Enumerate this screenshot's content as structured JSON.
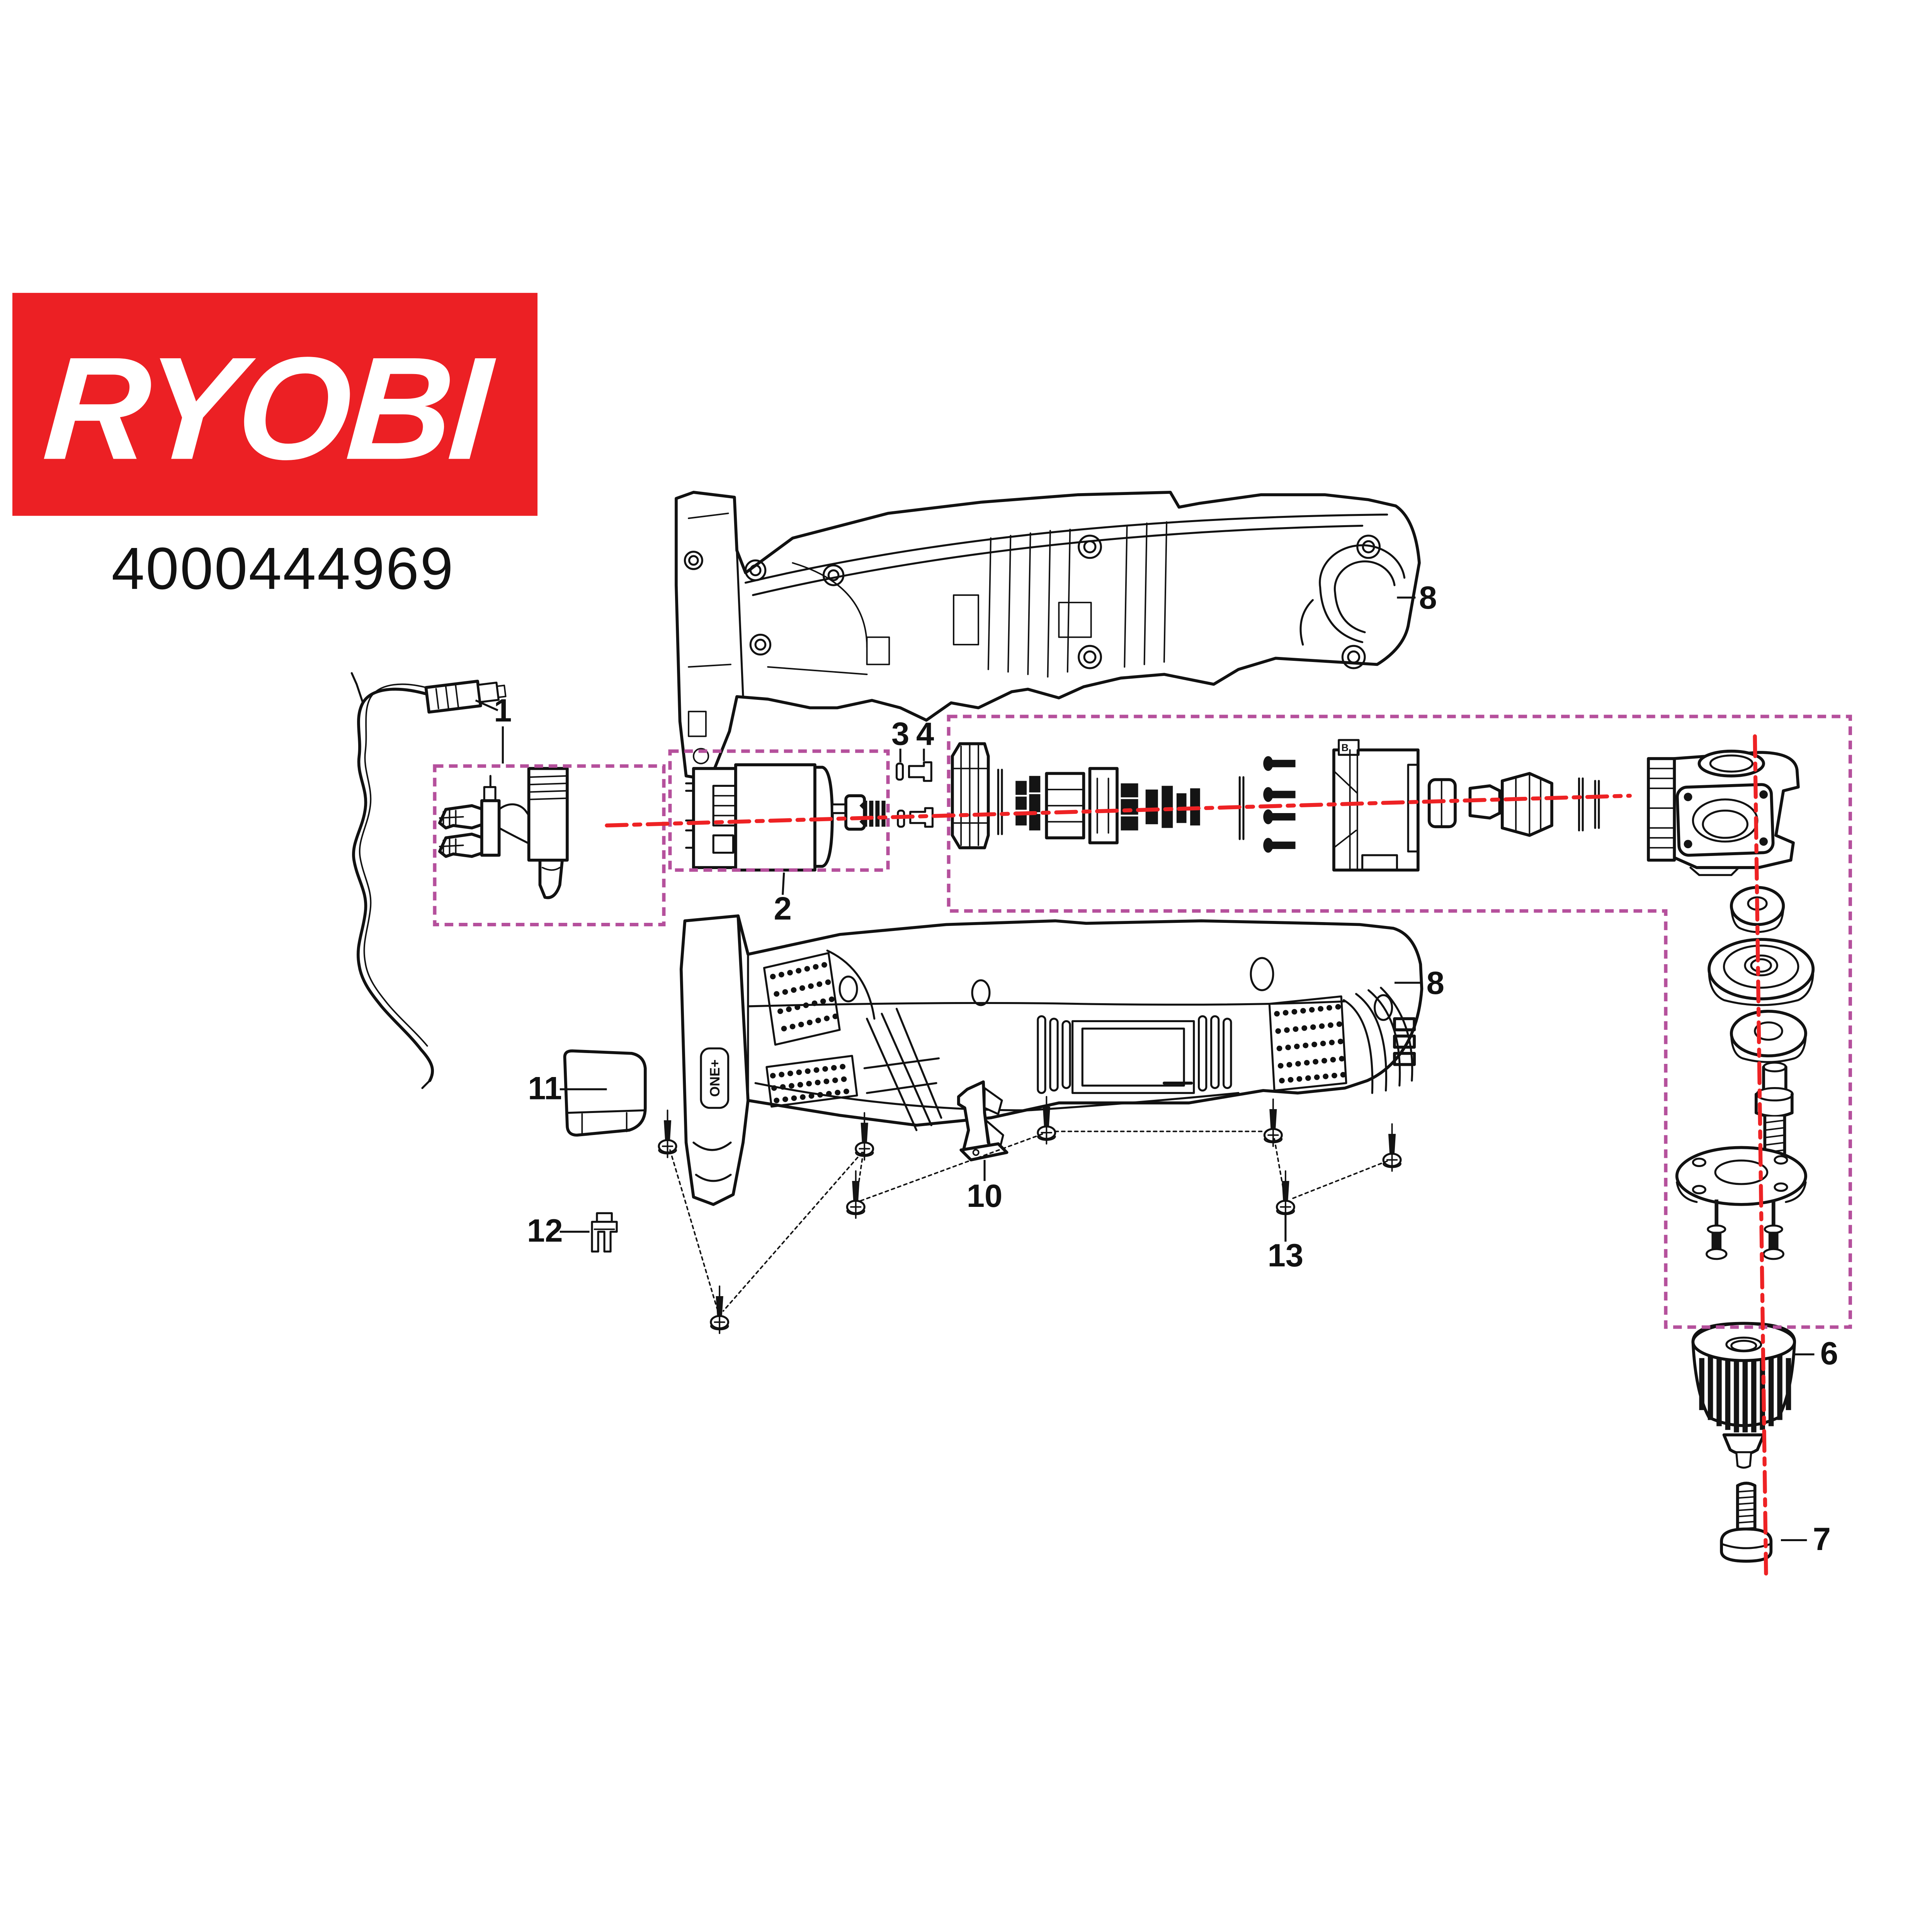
{
  "brand": {
    "logo_text": "RYOBI",
    "logo_bg_color": "#ec2024",
    "logo_text_color": "#ffffff"
  },
  "document": {
    "part_number": "4000444969"
  },
  "diagram": {
    "colors": {
      "line": "#111111",
      "centerline_red": "#ee2224",
      "group_box_magenta": "#b5509c"
    },
    "housing_badge": "ONE+",
    "gearbox_marking": "B",
    "callouts": [
      {
        "label": "1"
      },
      {
        "label": "2"
      },
      {
        "label": "3"
      },
      {
        "label": "4"
      },
      {
        "label": "6"
      },
      {
        "label": "7"
      },
      {
        "label": "8"
      },
      {
        "label": "8"
      },
      {
        "label": "10"
      },
      {
        "label": "11"
      },
      {
        "label": "12"
      },
      {
        "label": "13"
      }
    ]
  }
}
